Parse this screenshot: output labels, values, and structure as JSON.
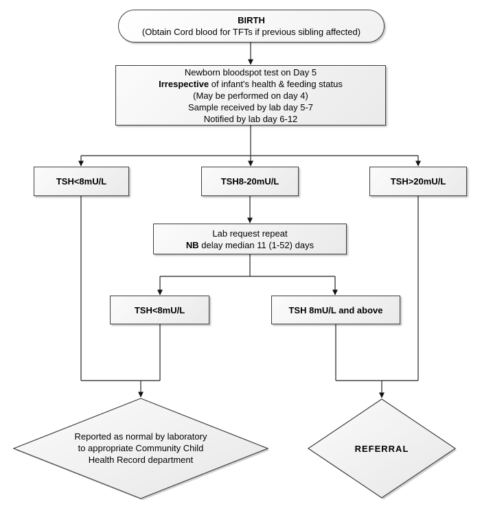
{
  "colors": {
    "node_border": "#3c3c3c",
    "node_fill_light": "#fbfbfb",
    "node_fill_dark": "#eaeaea",
    "connector": "#404040",
    "arrowhead": "#111111",
    "text": "#000000",
    "background": "#ffffff"
  },
  "flowchart": {
    "birth": {
      "title": "BIRTH",
      "subtitle": "(Obtain Cord blood for TFTs if previous sibling affected)"
    },
    "bloodspot": {
      "line1": "Newborn bloodspot test on Day 5",
      "line2_bold": "Irrespective",
      "line2_rest": " of infant's health & feeding status",
      "line3": "(May be performed on day 4)",
      "line4": "Sample received by lab day 5-7",
      "line5": "Notified by lab day 6-12"
    },
    "tsh_low": {
      "label": "TSH<8mU/L"
    },
    "tsh_mid": {
      "label": "TSH8-20mU/L"
    },
    "tsh_high": {
      "label": "TSH>20mU/L"
    },
    "lab_repeat": {
      "line1": "Lab request repeat",
      "line2_bold": "NB",
      "line2_rest": " delay median 11 (1-52) days"
    },
    "repeat_low": {
      "label": "TSH<8mU/L"
    },
    "repeat_high": {
      "label": "TSH 8mU/L and above"
    },
    "normal_outcome": {
      "line1": "Reported as normal by laboratory",
      "line2": "to appropriate Community Child",
      "line3": "Health Record department"
    },
    "referral": {
      "label": "REFERRAL"
    }
  }
}
